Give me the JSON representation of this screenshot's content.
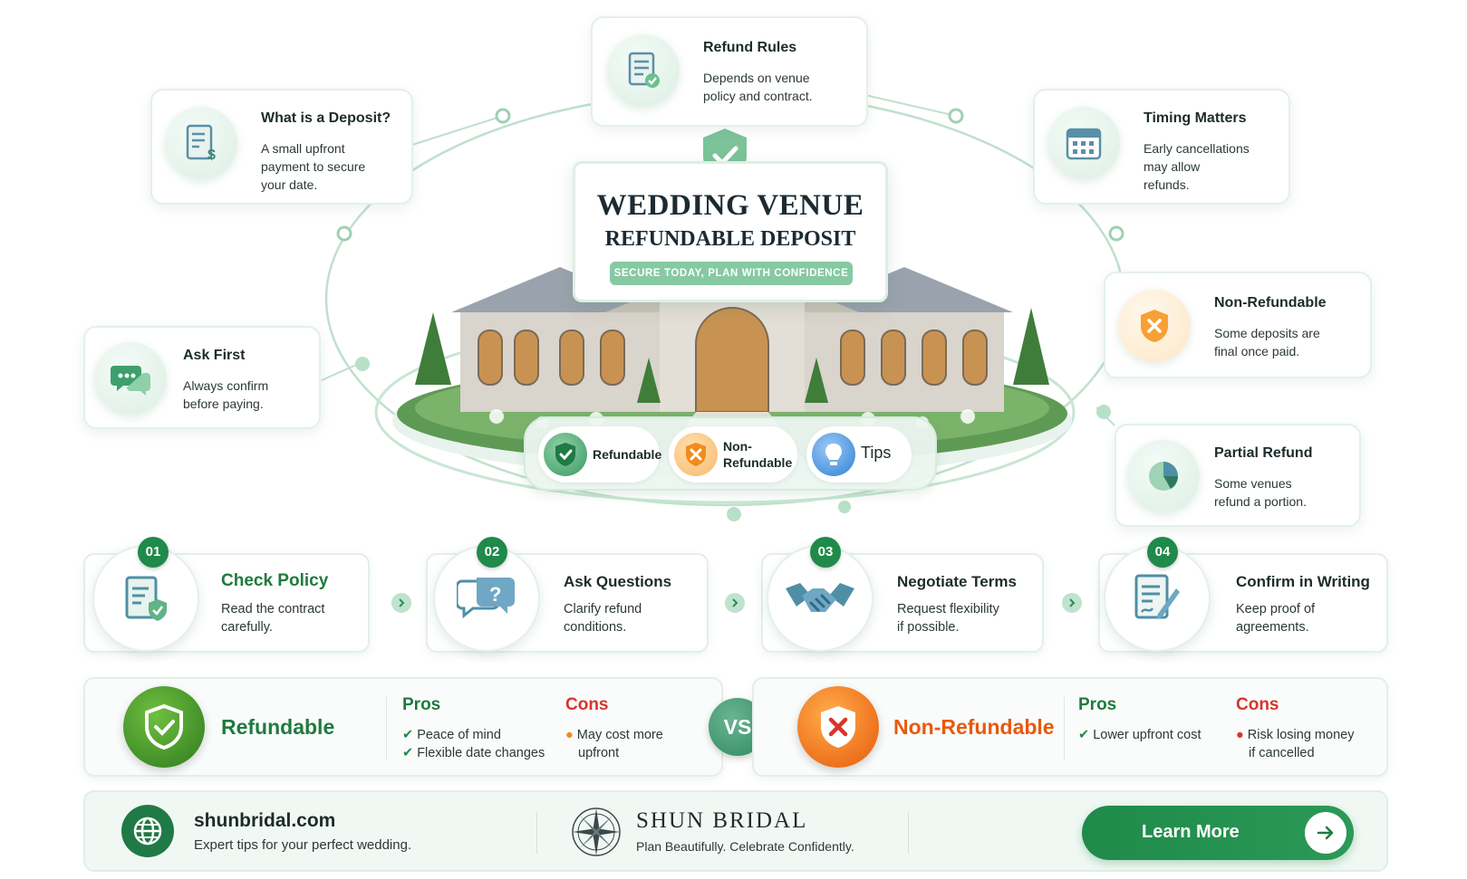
{
  "colors": {
    "accent_green": "#1f8a4a",
    "refundable_green": "#1f7a3f",
    "nonref_orange": "#e8590c",
    "cons_red": "#d9342b",
    "mint": "#86c9a3"
  },
  "hero": {
    "title": "WEDDING VENUE",
    "subtitle": "REFUNDABLE DEPOSIT",
    "tagline": "SECURE TODAY, PLAN WITH CONFIDENCE",
    "pills": [
      {
        "label": "Refundable",
        "icon": "shield-check-icon"
      },
      {
        "label_line1": "Non-",
        "label_line2": "Refundable",
        "icon": "shield-x-icon"
      },
      {
        "label": "Tips",
        "icon": "lightbulb-icon"
      }
    ]
  },
  "cards": {
    "refund_rules": {
      "title": "Refund Rules",
      "line1": "Depends on venue",
      "line2": "policy and contract.",
      "icon": "document-check-icon"
    },
    "deposit": {
      "title": "What is a Deposit?",
      "line1": "A small upfront",
      "line2": "payment to secure",
      "line3": "your date.",
      "icon": "invoice-dollar-icon"
    },
    "timing": {
      "title": "Timing Matters",
      "line1": "Early cancellations",
      "line2": "may allow",
      "line3": "refunds.",
      "icon": "calendar-icon"
    },
    "ask_first": {
      "title": "Ask First",
      "line1": "Always confirm",
      "line2": "before paying.",
      "icon": "chat-bubbles-icon"
    },
    "non_refundable": {
      "title": "Non-Refundable",
      "line1": "Some deposits are",
      "line2": "final once paid.",
      "icon": "shield-x-icon"
    },
    "partial": {
      "title": "Partial Refund",
      "line1": "Some venues",
      "line2": "refund a portion.",
      "icon": "pie-chart-icon"
    }
  },
  "steps": [
    {
      "num": "01",
      "title": "Check Policy",
      "line1": "Read the contract",
      "line2": "carefully.",
      "icon": "policy-shield-icon"
    },
    {
      "num": "02",
      "title": "Ask Questions",
      "line1": "Clarify refund",
      "line2": "conditions.",
      "icon": "question-bubble-icon"
    },
    {
      "num": "03",
      "title": "Negotiate Terms",
      "line1": "Request flexibility",
      "line2": "if possible.",
      "icon": "handshake-icon"
    },
    {
      "num": "04",
      "title": "Confirm in Writing",
      "line1": "Keep proof of",
      "line2": "agreements.",
      "icon": "signed-document-icon"
    }
  ],
  "compare": {
    "vs": "VS",
    "refundable": {
      "title": "Refundable",
      "pros_head": "Pros",
      "pros": [
        "Peace of mind",
        "Flexible date changes"
      ],
      "cons_head": "Cons",
      "cons_line1": "May cost more",
      "cons_line2": "upfront"
    },
    "non_refundable": {
      "title": "Non-Refundable",
      "pros_head": "Pros",
      "pros": [
        "Lower upfront cost"
      ],
      "cons_head": "Cons",
      "cons_line1": "Risk losing money",
      "cons_line2": "if cancelled"
    }
  },
  "footer": {
    "site": "shunbridal.com",
    "site_sub": "Expert tips for your perfect wedding.",
    "brand": "SHUN BRIDAL",
    "brand_sub": "Plan Beautifully. Celebrate Confidently.",
    "cta": "Learn More"
  }
}
